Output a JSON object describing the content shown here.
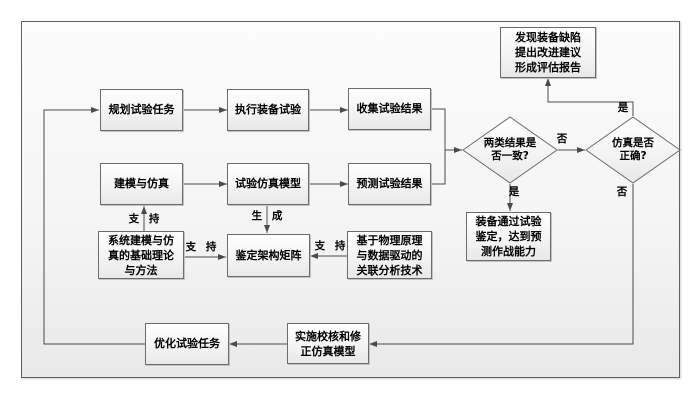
{
  "diagram": {
    "nodes": {
      "plan_tasks": {
        "label": "规划试验任务"
      },
      "execute_test": {
        "label": "执行装备试验"
      },
      "collect_results": {
        "label": "收集试验结果"
      },
      "modeling_simulation": {
        "label": "建模与仿真"
      },
      "simulation_model": {
        "label": "试验仿真模型"
      },
      "predict_results": {
        "label": "预测试验结果"
      },
      "defect_report": {
        "label": "发现装备缺陷\n提出改进建议\n形成评估报告"
      },
      "consistency_check": {
        "label": "两类结果是\n否一致?"
      },
      "simulation_correct_check": {
        "label": "仿真是否\n正确?"
      },
      "pass_qualification": {
        "label": "装备通过试验\n鉴定，达到预\n测作战能力"
      },
      "theory_methods": {
        "label": "系统建模与仿\n真的基础理论\n与方法"
      },
      "qualification_matrix": {
        "label": "鉴定架构矩阵"
      },
      "correlation_analysis": {
        "label": "基于物理原理\n与数据驱动的\n关联分析技术"
      },
      "optimize_tasks": {
        "label": "优化试验任务"
      },
      "verify_correct_model": {
        "label": "实施校核和修\n正仿真模型"
      }
    },
    "edge_labels": {
      "yes_to_report": "是",
      "no_between_checks": "否",
      "yes_to_pass": "是",
      "no_to_correction": "否",
      "support_up": "支 持",
      "support_right": "支 持",
      "support_left": "支 持",
      "generate": "生 成"
    },
    "colors": {
      "line": "#4a4a4a",
      "node_border": "#6b6b6b",
      "frame_border": "#5f5f5f",
      "fill_top": "#ffffff",
      "fill_bottom": "#e8e8e8"
    }
  }
}
